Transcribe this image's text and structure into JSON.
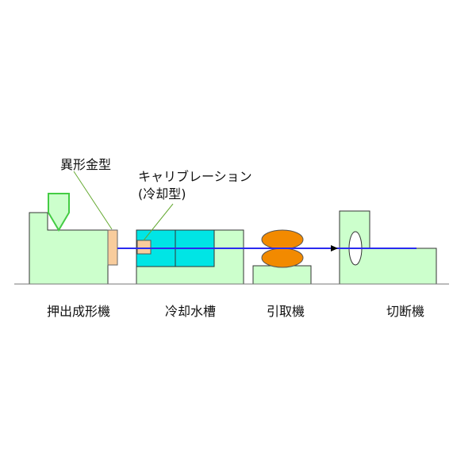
{
  "callouts": {
    "die": "異形金型",
    "calibration_line1": "キャリブレーション",
    "calibration_line2": "(冷却型)"
  },
  "machines": {
    "extruder": "押出成形機",
    "cooling_tank": "冷却水槽",
    "puller": "引取機",
    "cutter": "切断機"
  },
  "colors": {
    "machine_fill": "#ccffcc",
    "machine_stroke": "#333333",
    "tank_fill": "#00e5e5",
    "die_fill": "#f8cc9c",
    "puller_fill": "#f28a00",
    "profile_line": "#2a2af0",
    "hopper_stroke": "#44cc44",
    "leader": "#66aa33"
  }
}
